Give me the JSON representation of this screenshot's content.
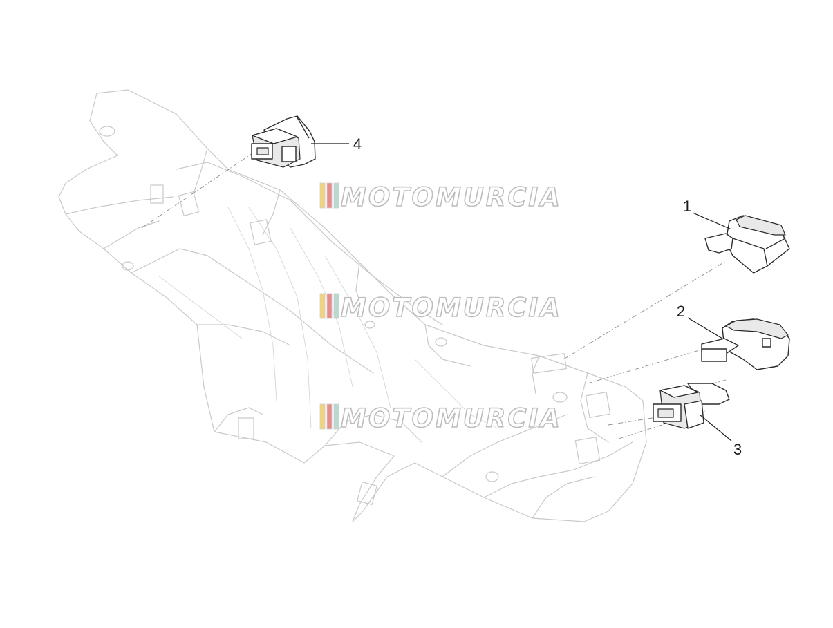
{
  "diagram": {
    "callouts": [
      {
        "id": "1",
        "label": "1"
      },
      {
        "id": "2",
        "label": "2"
      },
      {
        "id": "3",
        "label": "3"
      },
      {
        "id": "4",
        "label": "4"
      }
    ],
    "watermark": {
      "text": "MOTOMURCIA",
      "stripe_colors": [
        "#f2d27a",
        "#e88b8b",
        "#b7d9cf"
      ],
      "copies": 3
    },
    "colors": {
      "ghost_outline": "#c9c9c9",
      "part_outline": "#2b2b2b",
      "callout_text": "#1a1a1a"
    }
  }
}
